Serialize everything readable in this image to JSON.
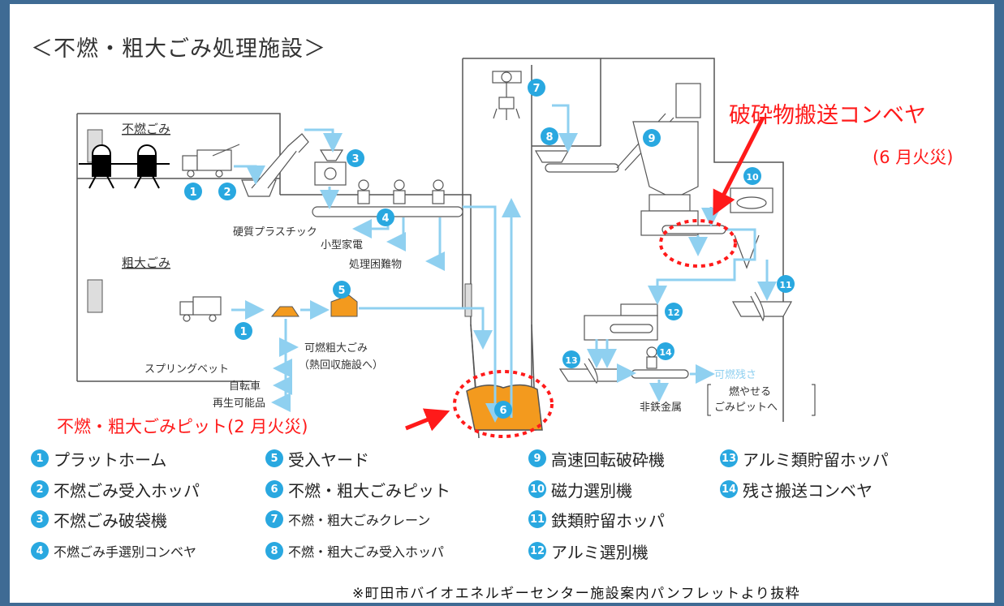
{
  "title": "＜不燃・粗大ごみ処理施設＞",
  "source_note": "※町田市バイオエネルギーセンター施設案内パンフレットより抜粋",
  "annotations": {
    "conveyor_fire": "破砕物搬送コンベヤ",
    "conveyor_fire_date": "(6 月火災)",
    "pit_fire": "不燃・粗大ごみピット(2 月火災)"
  },
  "diagram_labels": {
    "noncombustible": "不燃ごみ",
    "bulky": "粗大ごみ",
    "hard_plastic": "硬質プラスチック",
    "small_appliances": "小型家電",
    "difficult": "処理困難物",
    "combustible_bulky": "可燃粗大ごみ",
    "to_heat_recovery": "（熱回収施設へ）",
    "spring_bed": "スプリングベット",
    "bicycle": "自転車",
    "recyclable": "再生可能品",
    "combustible_residue": "可燃残さ",
    "to_pit_1": "燃やせる",
    "to_pit_2": "ごみピットへ",
    "nonferrous": "非鉄金属"
  },
  "legend": [
    {
      "num": "1",
      "label": "プラットホーム"
    },
    {
      "num": "2",
      "label": "不燃ごみ受入ホッパ"
    },
    {
      "num": "3",
      "label": "不燃ごみ破袋機"
    },
    {
      "num": "4",
      "label": "不燃ごみ手選別コンベヤ"
    },
    {
      "num": "5",
      "label": "受入ヤード"
    },
    {
      "num": "6",
      "label": "不燃・粗大ごみピット"
    },
    {
      "num": "7",
      "label": "不燃・粗大ごみクレーン"
    },
    {
      "num": "8",
      "label": "不燃・粗大ごみ受入ホッパ"
    },
    {
      "num": "9",
      "label": "高速回転破砕機"
    },
    {
      "num": "10",
      "label": "磁力選別機"
    },
    {
      "num": "11",
      "label": "鉄類貯留ホッパ"
    },
    {
      "num": "12",
      "label": "アルミ選別機"
    },
    {
      "num": "13",
      "label": "アルミ類貯留ホッパ"
    },
    {
      "num": "14",
      "label": "残さ搬送コンベヤ"
    }
  ],
  "colors": {
    "frame": "#3f6b94",
    "badge": "#29a8e0",
    "flow": "#8fd0f0",
    "orange": "#f39a1e",
    "red": "#ff1a1a"
  }
}
